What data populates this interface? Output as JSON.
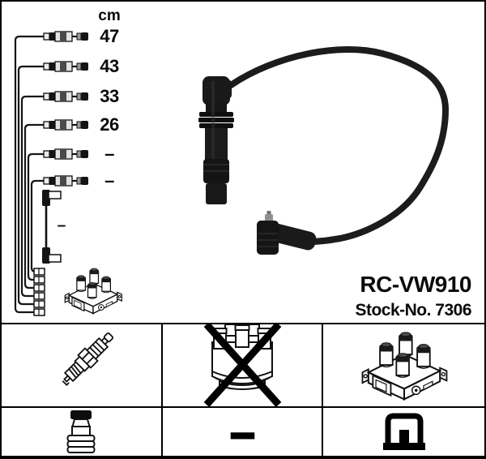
{
  "part": {
    "model": "RC-VW910",
    "stock": "Stock-No. 7306"
  },
  "length_table": {
    "unit": "cm",
    "rows": [
      {
        "value": "47"
      },
      {
        "value": "43"
      },
      {
        "value": "33"
      },
      {
        "value": "26"
      },
      {
        "value": "–"
      },
      {
        "value": "–"
      }
    ],
    "link_cable_value": "–"
  },
  "compatibility": {
    "dash": "–",
    "icons": [
      "spark-plug",
      "distributor-cap-crossed-out",
      "ignition-coil-pack",
      "coil-tower-connector",
      "dash",
      "din-tower-socket"
    ]
  },
  "colors": {
    "ink": "#000000",
    "paper": "#ffffff"
  }
}
